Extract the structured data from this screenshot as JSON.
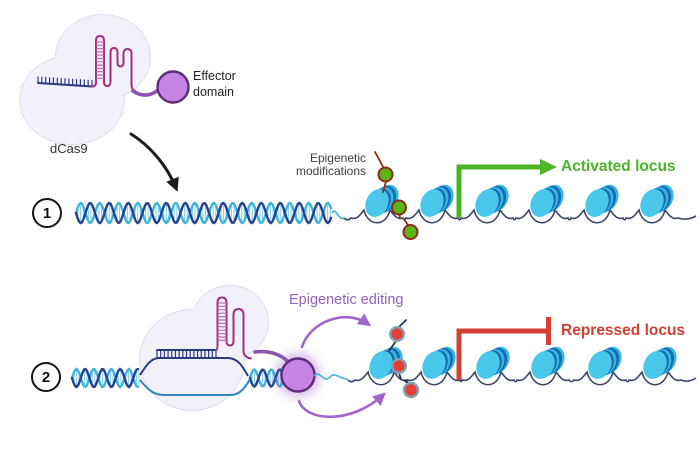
{
  "figure": {
    "step1": {
      "number": "1",
      "dcas9_label": "dCas9",
      "effector_line1": "Effector",
      "effector_line2": "domain",
      "mods_line1": "Epigenetic",
      "mods_line2": "modifications",
      "locus_label": "Activated locus"
    },
    "step2": {
      "number": "2",
      "editing_label": "Epigenetic editing",
      "locus_label": "Repressed locus"
    }
  },
  "colors": {
    "background": "#ffffff",
    "activated_green": "#4bb427",
    "repressed_red": "#d24036",
    "purple_text": "#9561b8",
    "label_dark": "#3d3d3d",
    "effector_fill": "#c583e2",
    "effector_stroke": "#5d2b78",
    "connector_purple": "#8b54b0",
    "arrow_purple": "#a266c9",
    "grna_magenta": "#a1307f",
    "grna_rung": "#c06aa6",
    "hybrid_navy": "#2b3a85",
    "helix_navy": "#24408f",
    "helix_cyan": "#3fb3da",
    "helix_rung": "#8fd4e8",
    "bubble_blue": "#2e86c5",
    "string_navy": "#3a4668",
    "nuc_light": "#49c8ec",
    "nuc_mid": "#35b7e0",
    "nuc_dark": "#1a67b0",
    "mod_green_fill": "#5cb417",
    "mod_green_stroke": "#8a2d17",
    "mod_red_fill": "#e4403b",
    "mod_red_stroke": "#7fa3b0",
    "mod_red_stalk": "#1e2b4f",
    "blob_fill": "#f2f0f9",
    "blob_stroke": "#e0dcef",
    "black_arrow": "#1a1a1a"
  }
}
